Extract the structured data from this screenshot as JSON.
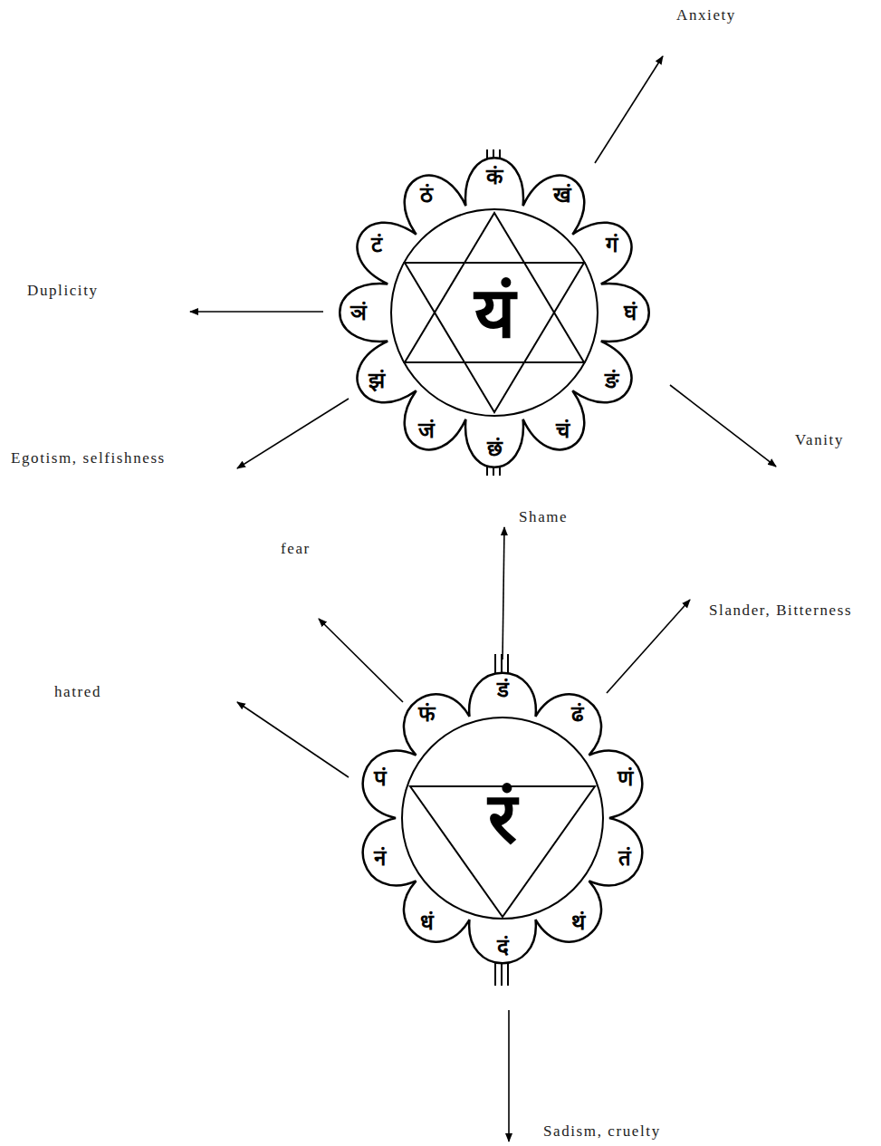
{
  "diagram": {
    "nodes": [
      {
        "text": [
          "यं"
        ]
      },
      {
        "text": [
          "रं"
        ]
      }
    ],
    "labels": [
      "Anxiety",
      "Duplicity",
      "Egotism, selfishness",
      "Vanity",
      "Shame",
      "fear",
      "Slander, Bitterness",
      "hatred",
      "Sadism, cruelty",
      "कं",
      "खं",
      "गं",
      "घं",
      "ङं",
      "चं",
      "छं",
      "जं",
      "झं",
      "ञं",
      "टं",
      "ठं",
      "डं",
      "ढं",
      "णं",
      "तं",
      "थं",
      "दं",
      "धं",
      "नं",
      "पं",
      "फं"
    ]
  }
}
